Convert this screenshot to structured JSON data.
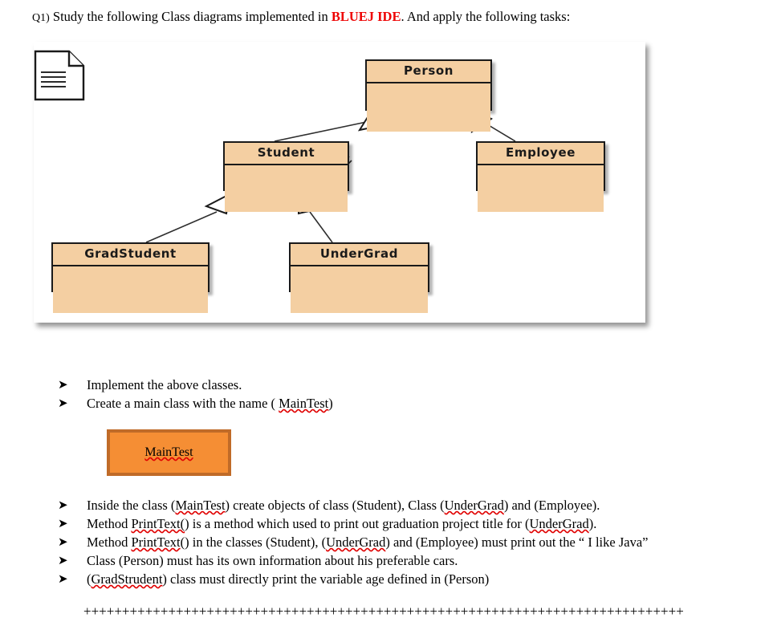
{
  "question": {
    "label": "Q1)",
    "text_before": " Study the following Class diagrams implemented in ",
    "brand": "BLUEJ IDE",
    "text_after": ". And apply the following tasks:"
  },
  "diagram": {
    "icon_name": "document-icon",
    "classes": [
      {
        "id": "person",
        "name": "Person"
      },
      {
        "id": "student",
        "name": "Student"
      },
      {
        "id": "employee",
        "name": "Employee"
      },
      {
        "id": "grad",
        "name": "GradStudent"
      },
      {
        "id": "under",
        "name": "UnderGrad"
      }
    ],
    "relations": [
      {
        "from": "Student",
        "to": "Person",
        "type": "generalization"
      },
      {
        "from": "Employee",
        "to": "Person",
        "type": "generalization"
      },
      {
        "from": "GradStudent",
        "to": "Student",
        "type": "generalization"
      },
      {
        "from": "UnderGrad",
        "to": "Student",
        "type": "generalization"
      }
    ],
    "colors": {
      "class_fill": "#F4CFA2",
      "class_border": "#1A1A1A",
      "panel_background": "#FFFFFF"
    }
  },
  "tasks_top": {
    "bullet_glyph": "➤",
    "items": [
      {
        "parts": [
          {
            "t": "Implement the above classes.",
            "spell": false
          }
        ]
      },
      {
        "parts": [
          {
            "t": "Create a main class with the name  ( ",
            "spell": false
          },
          {
            "t": "MainTest",
            "spell": true
          },
          {
            "t": ")",
            "spell": false
          }
        ]
      }
    ]
  },
  "maintest_box": {
    "label": "MainTest",
    "fill": "#F58E34",
    "border": "#C06B28"
  },
  "tasks_bottom": {
    "bullet_glyph": "➤",
    "items": [
      {
        "parts": [
          {
            "t": "Inside the class (",
            "spell": false
          },
          {
            "t": "MainTest",
            "spell": true
          },
          {
            "t": ") create objects of class (Student), Class (",
            "spell": false
          },
          {
            "t": "UnderGrad",
            "spell": true
          },
          {
            "t": ") and (Employee).",
            "spell": false
          }
        ]
      },
      {
        "parts": [
          {
            "t": " Method ",
            "spell": false
          },
          {
            "t": "PrintText(",
            "spell": true
          },
          {
            "t": ") is a method which used to print out graduation project title for  (",
            "spell": false
          },
          {
            "t": "UnderGrad",
            "spell": true
          },
          {
            "t": ").",
            "spell": false
          }
        ]
      },
      {
        "parts": [
          {
            "t": "Method  ",
            "spell": false
          },
          {
            "t": "PrintText",
            "spell": true
          },
          {
            "t": "() in the classes (Student), (",
            "spell": false
          },
          {
            "t": "UnderGrad",
            "spell": true
          },
          {
            "t": ") and (Employee) must print out the “ I like Java”",
            "spell": false
          }
        ]
      },
      {
        "parts": [
          {
            "t": "Class (Person) must has its own information about his preferable cars.",
            "spell": false
          }
        ]
      },
      {
        "parts": [
          {
            "t": "(",
            "spell": false
          },
          {
            "t": "GradStrudent",
            "spell": true
          },
          {
            "t": ") class must directly print the variable age defined in (Person)",
            "spell": false
          }
        ]
      }
    ]
  },
  "divider": {
    "text": "++++++++++++++++++++++++++++++++++++++++++++++++++++++++++++++++++++++++++++++"
  }
}
